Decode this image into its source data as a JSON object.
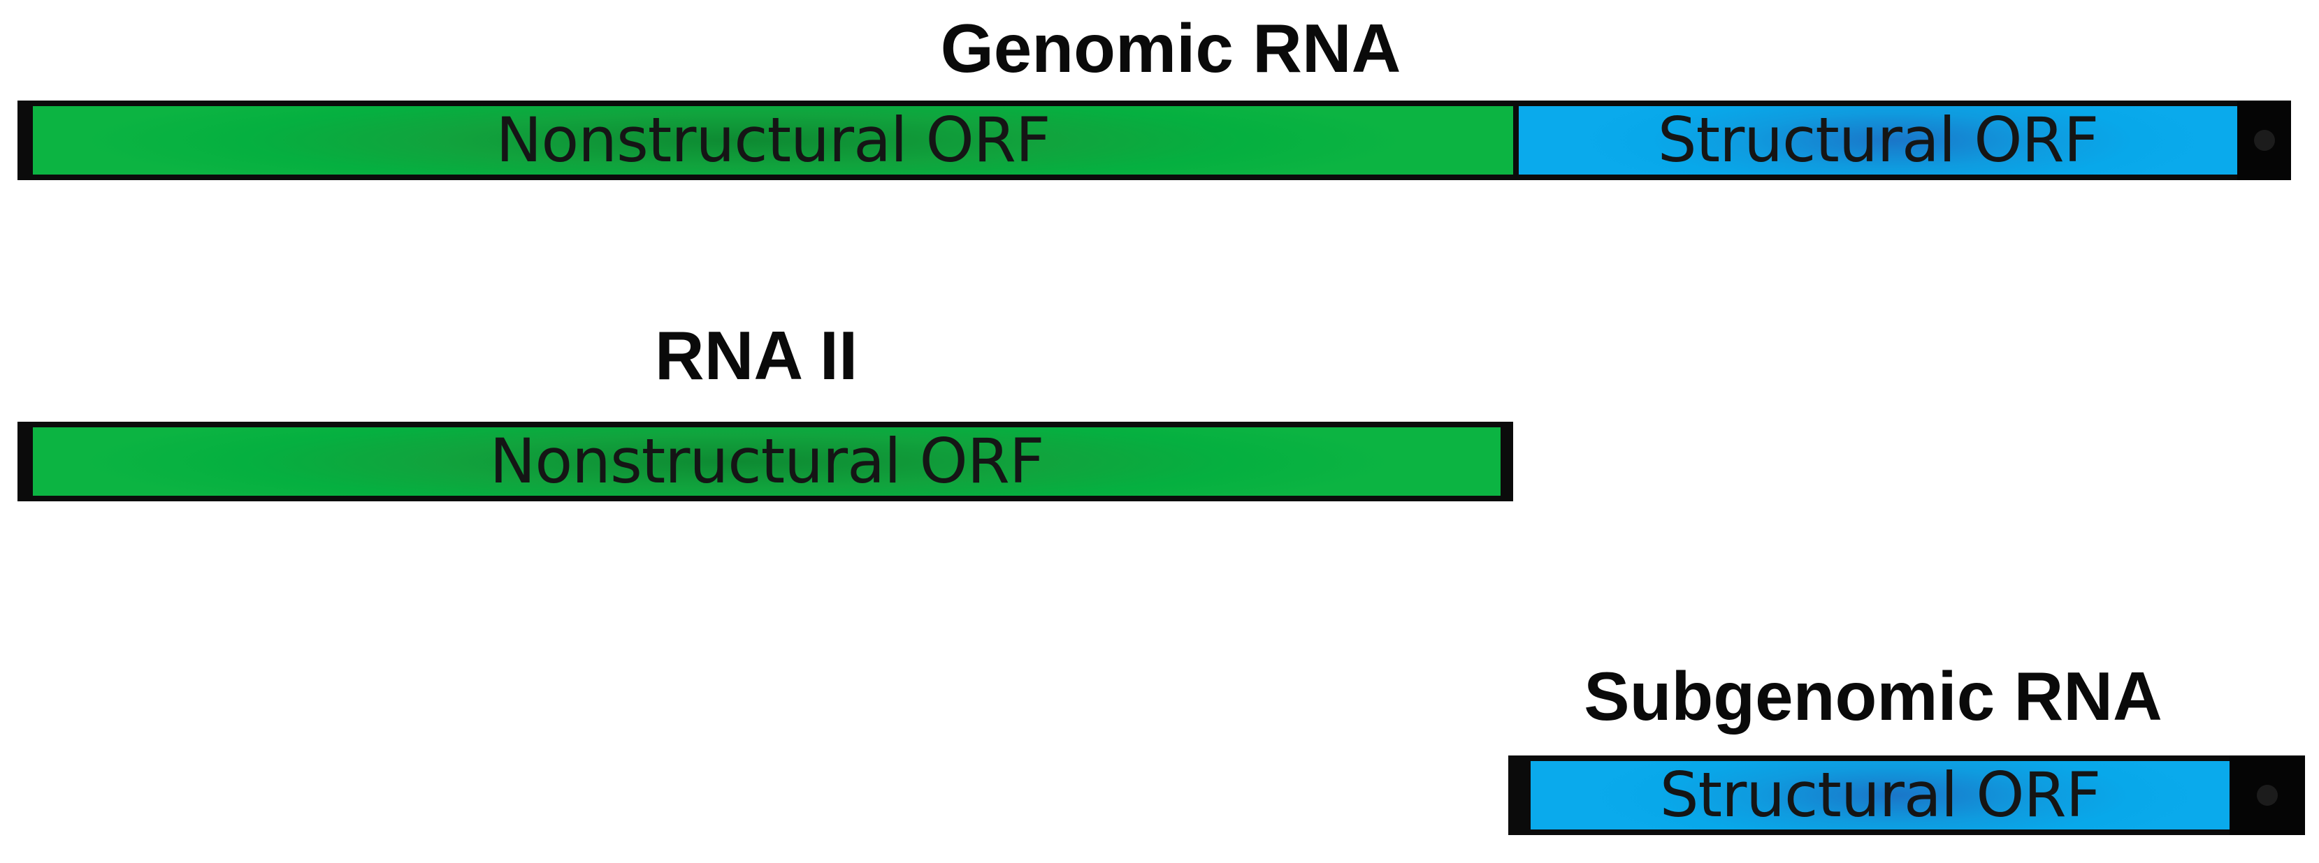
{
  "rows": [
    {
      "title": "Genomic RNA",
      "segments": [
        {
          "label": "Nonstructural ORF",
          "color": "#0cb442"
        },
        {
          "label": "Structural ORF",
          "color": "#0aaaec"
        }
      ]
    },
    {
      "title": "RNA II",
      "segments": [
        {
          "label": "Nonstructural ORF",
          "color": "#0cb442"
        }
      ]
    },
    {
      "title": "Subgenomic RNA",
      "segments": [
        {
          "label": "Structural ORF",
          "color": "#0aaaec"
        }
      ]
    }
  ],
  "colors": {
    "outline": "#0b0b0b",
    "nonstructural": "#0cb442",
    "structural": "#0aaaec"
  }
}
